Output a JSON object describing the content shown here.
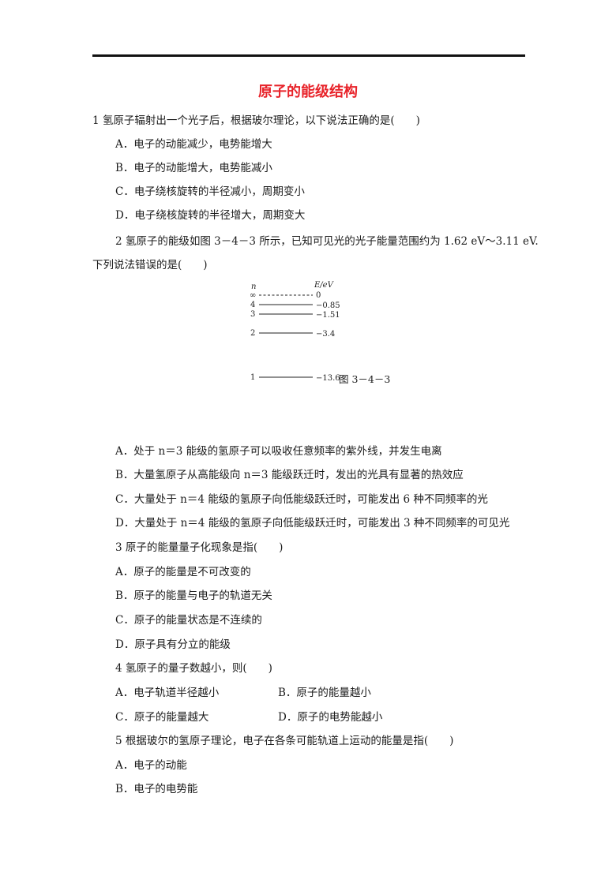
{
  "title": "原子的能级结构",
  "questions": [
    {
      "stem": "1 氢原子辐射出一个光子后，根据玻尔理论，以下说法正确的是(　　)",
      "options": [
        "A．电子的动能减少，电势能增大",
        "B．电子的动能增大，电势能减小",
        "C．电子绕核旋转的半径减小，周期变小",
        "D．电子绕核旋转的半径增大，周期变大"
      ]
    },
    {
      "stem_line1": "2 氢原子的能级如图 3－4－3 所示，已知可见光的光子能量范围约为 1.62 eV～3.11 eV.",
      "stem_line2": "下列说法错误的是(　　)",
      "figure": {
        "n_label": "n",
        "e_label": "E/eV",
        "levels": [
          {
            "n": "∞",
            "energy": "0"
          },
          {
            "n": "4",
            "energy": "−0.85"
          },
          {
            "n": "3",
            "energy": "−1.51"
          },
          {
            "n": "2",
            "energy": "−3.4"
          },
          {
            "n": "1",
            "energy": "−13.6"
          }
        ],
        "caption": "图 3－4－3"
      },
      "options": [
        "A．处于 n＝3 能级的氢原子可以吸收任意频率的紫外线，并发生电离",
        "B．大量氢原子从高能级向 n＝3 能级跃迁时，发出的光具有显著的热效应",
        "C．大量处于 n＝4 能级的氢原子向低能级跃迁时，可能发出 6 种不同频率的光",
        "D．大量处于 n＝4 能级的氢原子向低能级跃迁时，可能发出 3 种不同频率的可见光"
      ]
    },
    {
      "stem": "3 原子的能量量子化现象是指(　　)",
      "options": [
        "A．原子的能量是不可改变的",
        "B．原子的能量与电子的轨道无关",
        "C．原子的能量状态是不连续的",
        "D．原子具有分立的能级"
      ]
    },
    {
      "stem": "4 氢原子的量子数越小，则(　　)",
      "options": [
        "A．电子轨道半径越小",
        "B．原子的能量越小",
        "C．原子的能量越大",
        "D．原子的电势能越小"
      ]
    },
    {
      "stem": "5 根据玻尔的氢原子理论，电子在各条可能轨道上运动的能量是指(　　)",
      "options": [
        "A．电子的动能",
        "B．电子的电势能"
      ]
    }
  ]
}
